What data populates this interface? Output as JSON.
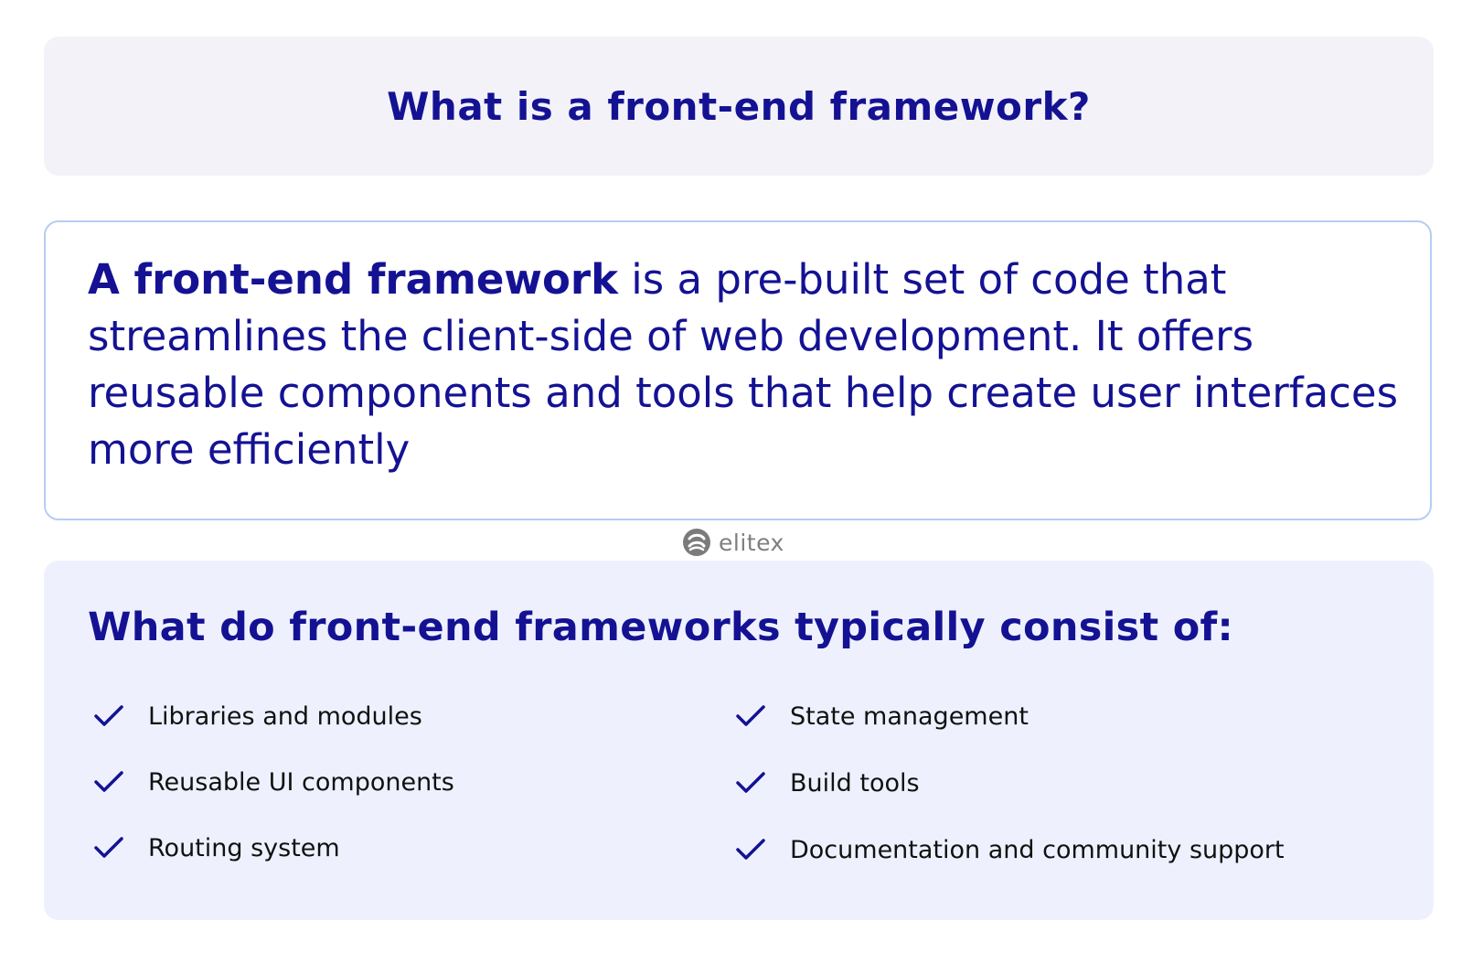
{
  "header": {
    "title": "What is a front-end framework?"
  },
  "definition": {
    "term": "A front-end framework",
    "text": " is a pre-built set of code that streamlines the client-side of web development. It offers reusable components and tools that help create user interfaces more efficiently"
  },
  "brand": {
    "name": "elitex",
    "icon": "elitex-logo-icon"
  },
  "consist": {
    "heading": "What do front-end frameworks typically consist of:",
    "left_items": [
      "Libraries and modules",
      "Reusable UI components",
      "Routing system"
    ],
    "right_items": [
      "State management",
      "Build tools",
      "Documentation and community support"
    ],
    "icon": "check-icon"
  },
  "colors": {
    "primary": "#141293",
    "title_bg": "#f3f2f8",
    "list_bg": "#eef1fd",
    "border": "#b6ccf3",
    "brand_gray": "#7b7b7b"
  }
}
